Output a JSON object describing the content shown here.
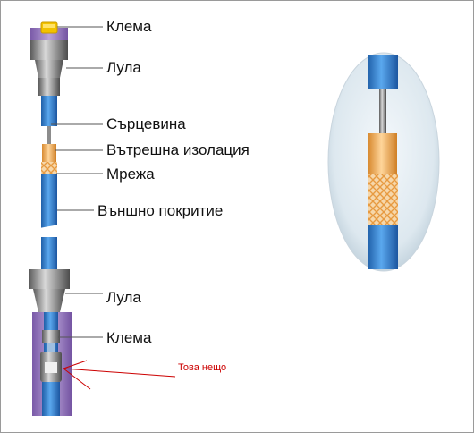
{
  "labels": {
    "terminal_top": "Клема",
    "pipe_top": "Лула",
    "core": "Сърцевина",
    "inner_insulation": "Вътрешна изолация",
    "mesh": "Мрежа",
    "outer_cover": "Външно покритие",
    "pipe_bottom": "Лула",
    "terminal_bottom": "Клема"
  },
  "annotation": {
    "text": "Това нещо",
    "color": "#cc0000"
  },
  "colors": {
    "cable_blue": "#2f7fd0",
    "insulation_orange": "#f0b060",
    "plug_gray": "#8a8a8a",
    "housing_purple": "#9b7fc0",
    "terminal_gold": "#f2c200",
    "leader_line": "#555555"
  }
}
